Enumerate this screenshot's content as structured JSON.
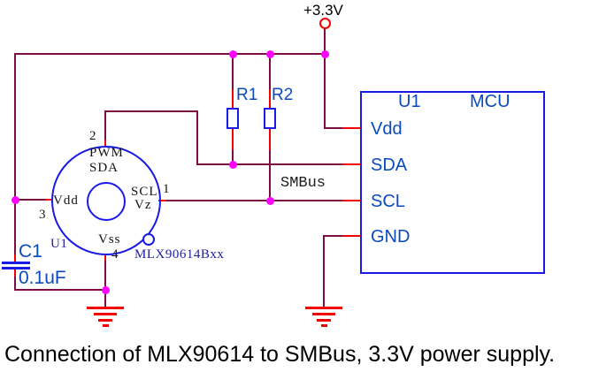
{
  "caption": "Connection of MLX90614 to SMBus, 3.3V power supply.",
  "power_rail": {
    "net_label": "+3.3V"
  },
  "bus": {
    "label": "SMBus"
  },
  "resistors": {
    "r1": "R1",
    "r2": "R2"
  },
  "capacitor": {
    "designator": "C1",
    "value": "0.1uF"
  },
  "sensor": {
    "designator": "U1",
    "part_number": "MLX90614Bxx",
    "pins": {
      "p1_number": "1",
      "p1_label_1": "SCL",
      "p1_label_2": "Vz",
      "p2_number": "2",
      "p2_label_1": "PWM",
      "p2_label_2": "SDA",
      "p3_number": "3",
      "p3_label": "Vdd",
      "p4_number": "4",
      "p4_label": "Vss"
    }
  },
  "mcu": {
    "designator": "U1",
    "name": "MCU",
    "pins": {
      "vdd": "Vdd",
      "sda": "SDA",
      "scl": "SCL",
      "gnd": "GND"
    }
  },
  "colors": {
    "wire": "#7b0f43",
    "pin_wire": "#f50000",
    "junction": "#ff00ff",
    "component_outline": "#1a1ae6",
    "component_label": "#0b4abd",
    "part_label": "#22229e",
    "text": "#000000"
  }
}
